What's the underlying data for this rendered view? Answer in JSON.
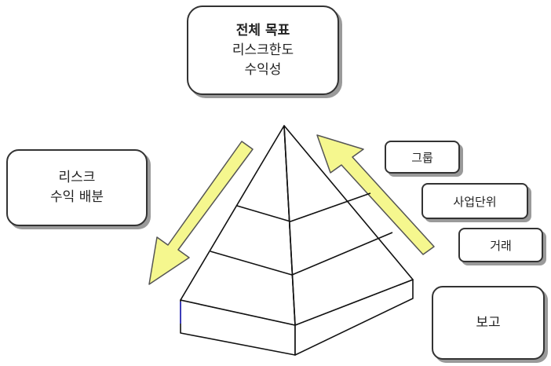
{
  "goal": {
    "title": "전체 목표",
    "line1": "리스크한도",
    "line2": "수익성"
  },
  "allocation": {
    "line1": "리스크",
    "line2": "수익 배분"
  },
  "levels": {
    "group": "그룹",
    "business_unit": "사업단위",
    "transaction": "거래"
  },
  "report": {
    "label": "보고"
  },
  "colors": {
    "arrow_fill": "#f5f78e",
    "arrow_stroke": "#555555",
    "box_shadow": "#9a9a9a"
  }
}
